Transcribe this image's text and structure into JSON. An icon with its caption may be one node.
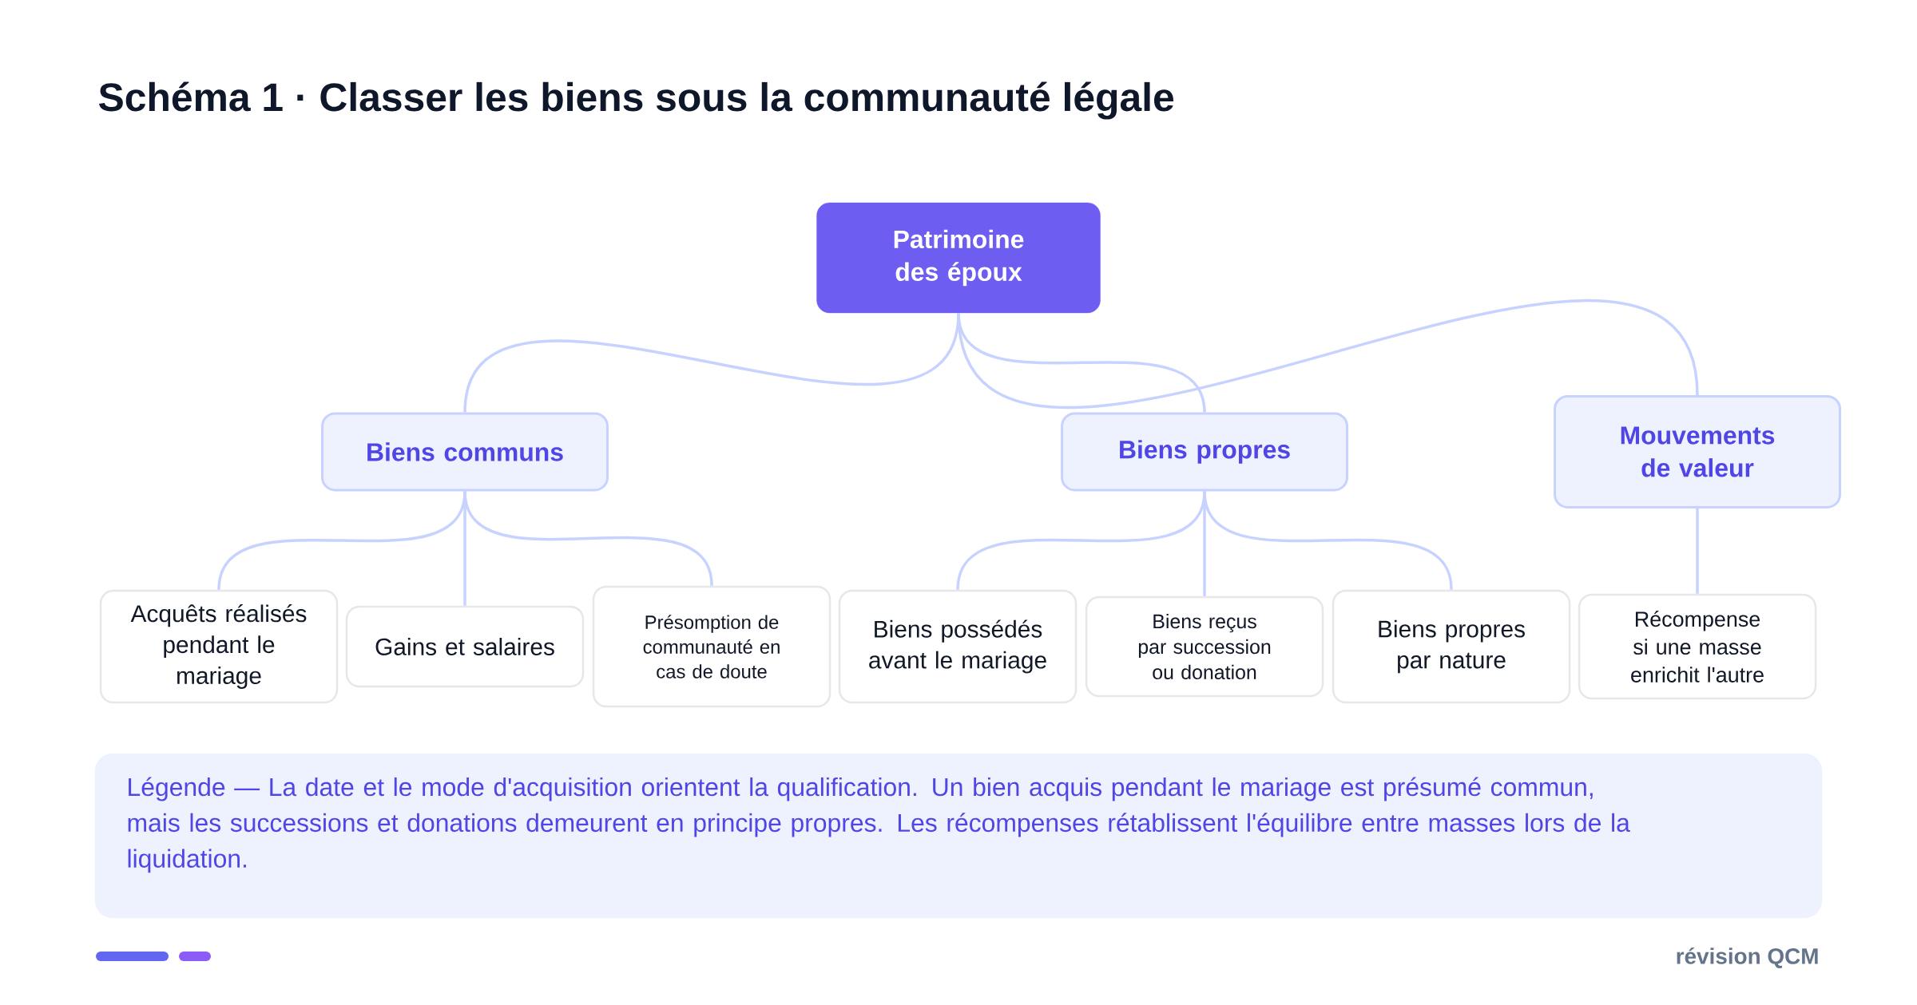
{
  "diagram": {
    "title": "Schéma 1 · Classer les biens sous la communauté légale",
    "nodes": [
      {
        "text": [
          "Patrimoine des époux"
        ]
      },
      {
        "text": [
          "Biens communs"
        ]
      },
      {
        "text": [
          "Biens propres"
        ]
      },
      {
        "text": [
          "Mouvements de valeur"
        ]
      },
      {
        "text": [
          "Acquêts réalisés pendant le mariage"
        ]
      },
      {
        "text": [
          "Gains et salaires"
        ]
      },
      {
        "text": [
          "Présomption de communauté en cas de doute"
        ]
      },
      {
        "text": [
          "Biens possédés avant le mariage"
        ]
      },
      {
        "text": [
          "Biens reçus par succession ou donation"
        ]
      },
      {
        "text": [
          "Biens propres par nature"
        ]
      },
      {
        "text": [
          "Récompense si une masse enrichit l'autre"
        ]
      }
    ],
    "edges": [
      {
        "from": 0,
        "to": 1,
        "arrow": "none"
      },
      {
        "from": 0,
        "to": 2,
        "arrow": "none"
      },
      {
        "from": 0,
        "to": 3,
        "arrow": "none"
      },
      {
        "from": 1,
        "to": 4,
        "arrow": "none"
      },
      {
        "from": 1,
        "to": 5,
        "arrow": "none"
      },
      {
        "from": 1,
        "to": 6,
        "arrow": "none"
      },
      {
        "from": 2,
        "to": 7,
        "arrow": "none"
      },
      {
        "from": 2,
        "to": 8,
        "arrow": "none"
      },
      {
        "from": 2,
        "to": 9,
        "arrow": "none"
      },
      {
        "from": 3,
        "to": 10,
        "arrow": "none"
      }
    ],
    "labels": [
      "Légende — La date et le mode d'acquisition orientent la qualification. Un bien acquis pendant le mariage est présumé commun, mais les successions et donations demeurent en principe propres. Les récompenses rétablissent l'équilibre entre masses lors de la liquidation.",
      "révision QCM"
    ]
  }
}
